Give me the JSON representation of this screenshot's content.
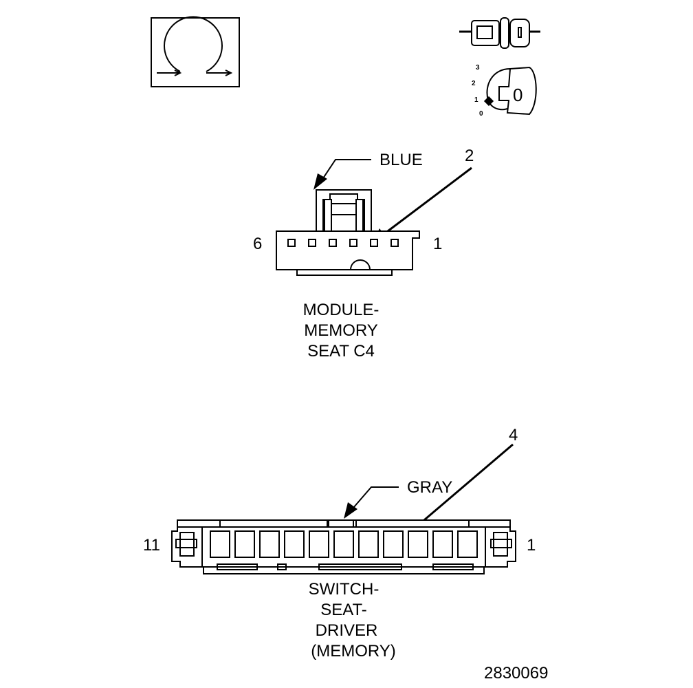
{
  "connector_module": {
    "color_label": "BLUE",
    "pin_callout": "2",
    "pin_left": "6",
    "pin_right": "1",
    "name_lines": [
      "MODULE-",
      "MEMORY",
      "SEAT C4"
    ]
  },
  "connector_switch": {
    "color_label": "GRAY",
    "pin_callout": "4",
    "pin_left": "11",
    "pin_right": "1",
    "name_lines": [
      "SWITCH-",
      "SEAT-",
      "DRIVER",
      "(MEMORY)"
    ]
  },
  "key_switch": {
    "positions": [
      "3",
      "2",
      "1",
      "0"
    ],
    "key_glyph": "0"
  },
  "figure_number": "2830069"
}
